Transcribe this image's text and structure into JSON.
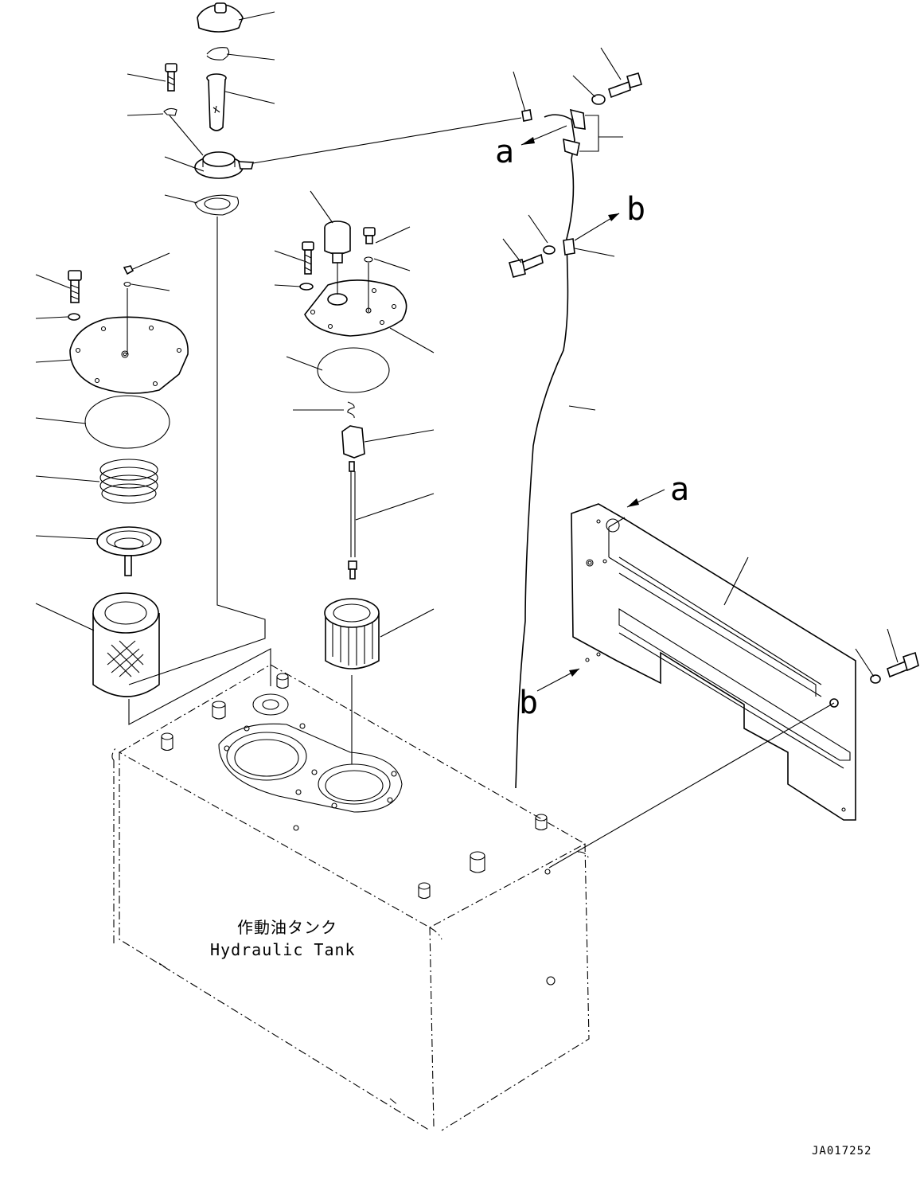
{
  "tank": {
    "label_jp": "作動油タンク",
    "label_en": "Hydraulic Tank"
  },
  "callouts": {
    "a": "a",
    "b": "b"
  },
  "drawing_code": "JA017252"
}
